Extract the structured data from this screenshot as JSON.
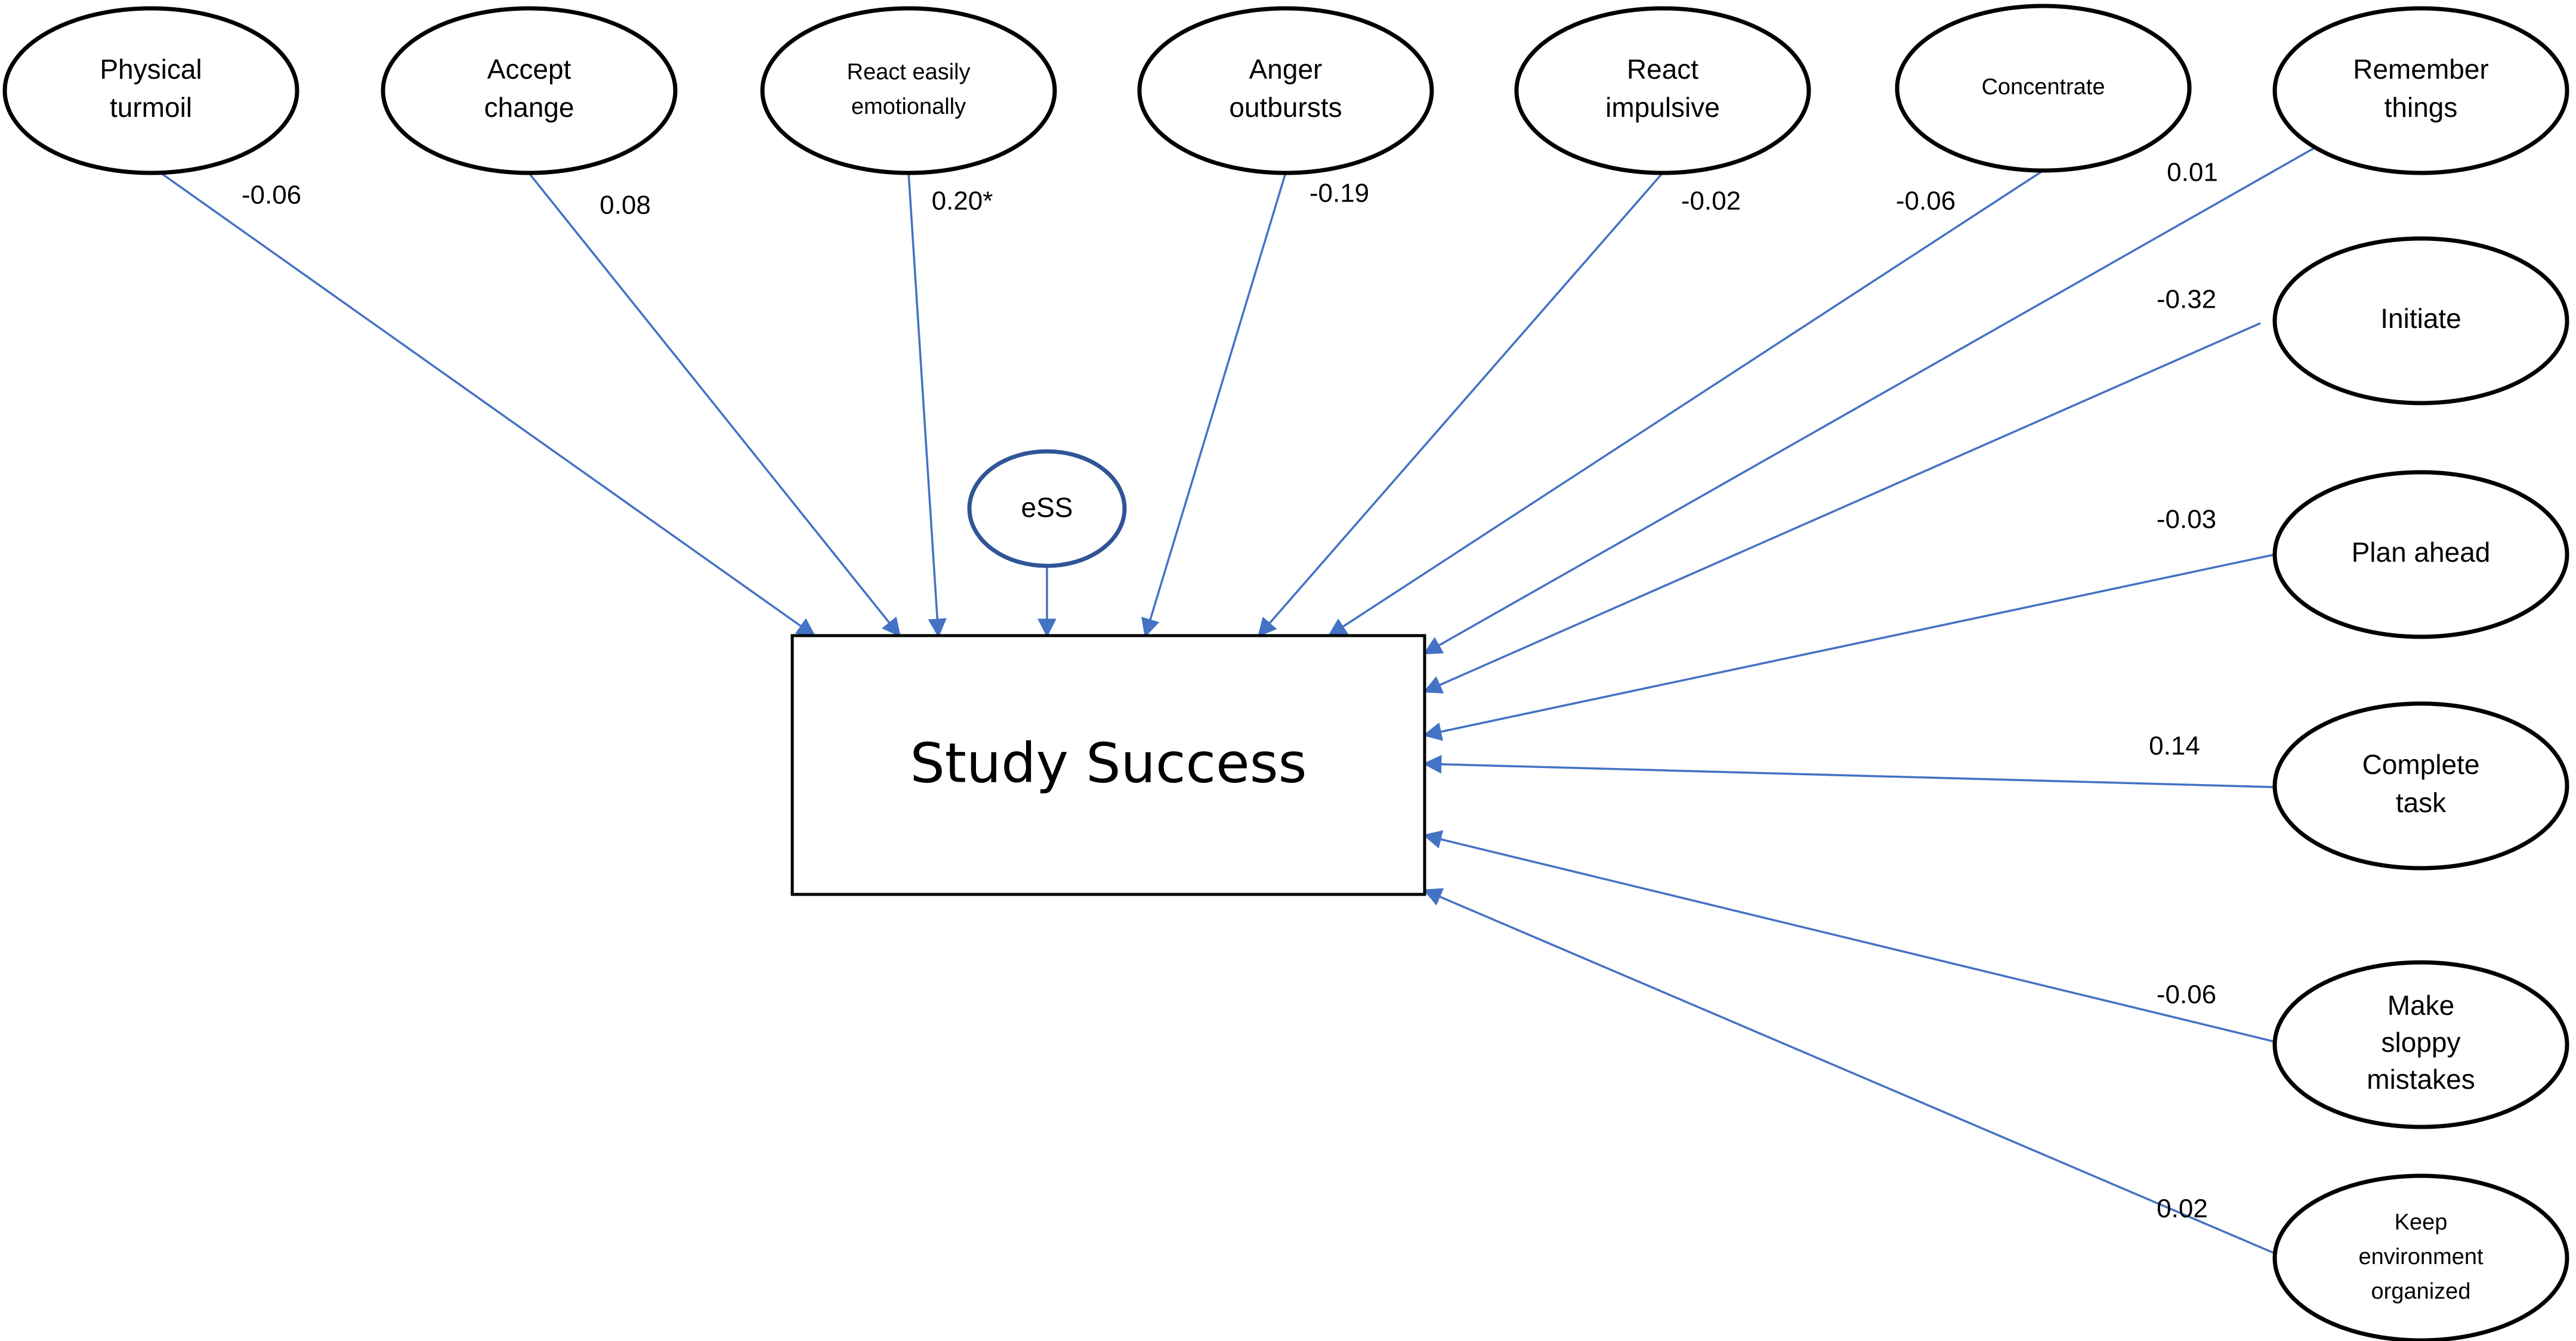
{
  "outcome": {
    "label": "Study Success"
  },
  "error_term": {
    "label": "eSS"
  },
  "colors": {
    "path": "#4472C4",
    "error_outline": "#2F5597",
    "node_outline": "#000000"
  },
  "predictors": [
    {
      "id": "physical-turmoil",
      "lines": [
        "Physical",
        "turmoil"
      ],
      "coefficient": "-0.06"
    },
    {
      "id": "accept-change",
      "lines": [
        "Accept",
        "change"
      ],
      "coefficient": "0.08"
    },
    {
      "id": "react-easily-emotionally",
      "lines": [
        "React easily",
        "emotionally"
      ],
      "coefficient": "0.20*"
    },
    {
      "id": "anger-outbursts",
      "lines": [
        "Anger",
        "outbursts"
      ],
      "coefficient": "-0.19"
    },
    {
      "id": "react-impulsive",
      "lines": [
        "React",
        "impulsive"
      ],
      "coefficient": "-0.02"
    },
    {
      "id": "concentrate",
      "lines": [
        "Concentrate"
      ],
      "coefficient": "-0.06"
    },
    {
      "id": "remember-things",
      "lines": [
        "Remember",
        "things"
      ],
      "coefficient": "0.01"
    },
    {
      "id": "initiate",
      "lines": [
        "Initiate"
      ],
      "coefficient": "-0.32"
    },
    {
      "id": "plan-ahead",
      "lines": [
        "Plan ahead"
      ],
      "coefficient": "-0.03"
    },
    {
      "id": "complete-task",
      "lines": [
        "Complete",
        "task"
      ],
      "coefficient": "0.14"
    },
    {
      "id": "make-sloppy-mistakes",
      "lines": [
        "Make",
        "sloppy",
        "mistakes"
      ],
      "coefficient": "-0.06"
    },
    {
      "id": "keep-environment-organized",
      "lines": [
        "Keep",
        "environment",
        "organized"
      ],
      "coefficient": "0.02"
    }
  ]
}
